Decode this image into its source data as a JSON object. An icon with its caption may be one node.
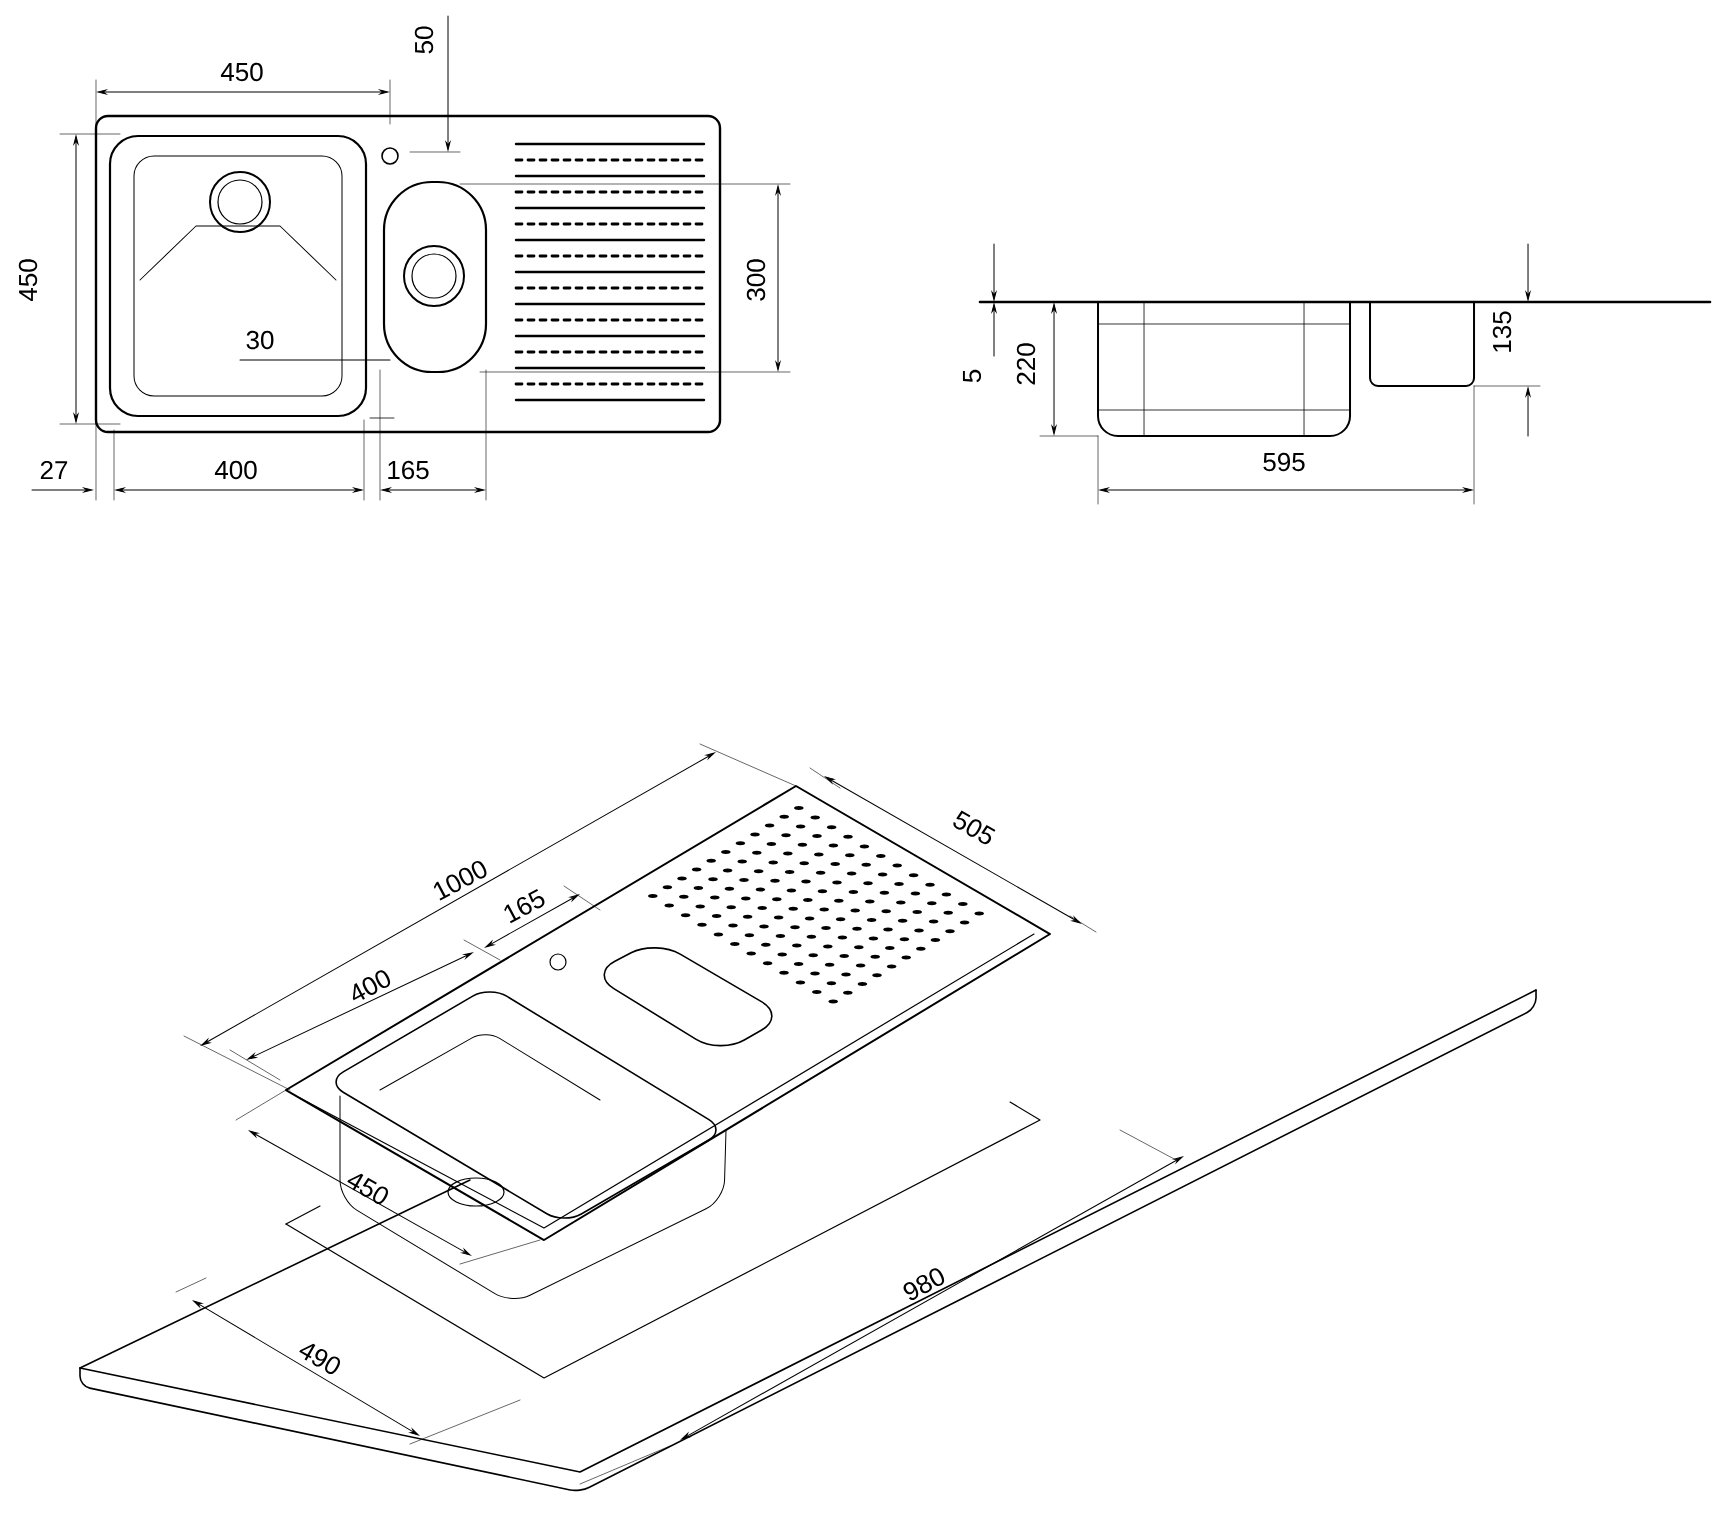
{
  "diagram": {
    "labels": [
      "450",
      "50",
      "450",
      "300",
      "30",
      "27",
      "400",
      "165",
      "5",
      "220",
      "135",
      "595",
      "1000",
      "505",
      "165",
      "400",
      "450",
      "490",
      "980"
    ]
  }
}
